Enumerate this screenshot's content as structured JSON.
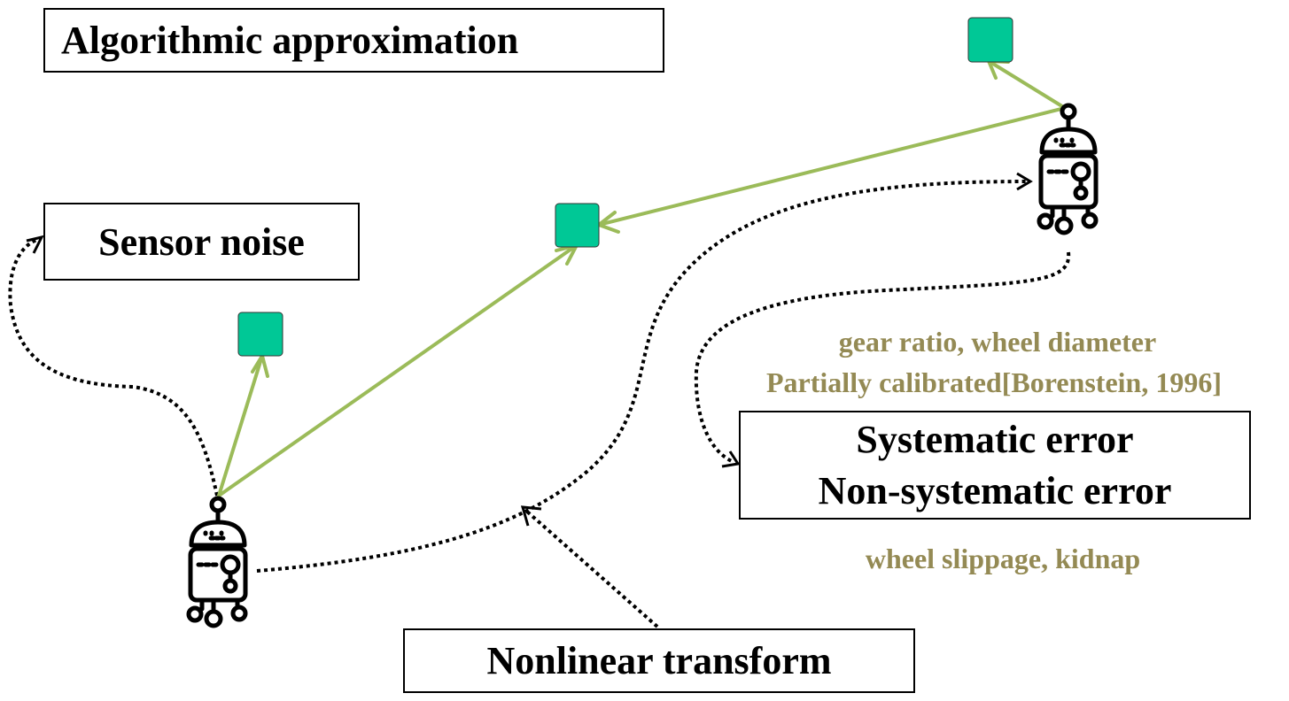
{
  "labels": {
    "algorithmic": "Algorithmic approximation",
    "sensor_noise": "Sensor noise",
    "systematic_error": "Systematic error",
    "non_systematic_error": "Non-systematic error",
    "nonlinear_transform": "Nonlinear transform"
  },
  "notes": {
    "systematic_causes": "gear ratio, wheel diameter",
    "calibration": "Partially calibrated[Borenstein, 1996]",
    "non_systematic_causes": "wheel slippage, kidnap"
  },
  "colors": {
    "arrow": "#9bbb59",
    "landmark_fill": "#00c896",
    "note_text": "#948a54",
    "outline": "#000000"
  },
  "icons": {
    "robot": "robot-icon",
    "landmark": "landmark-square"
  }
}
